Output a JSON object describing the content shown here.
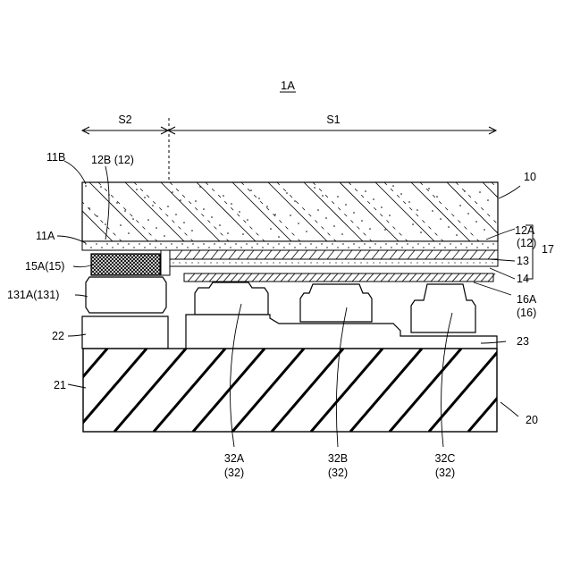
{
  "figure": {
    "title": "1A",
    "regions": {
      "s2": "S2",
      "s1": "S1"
    },
    "labels": {
      "l10": "10",
      "l11b": "11B",
      "l12b": "12B (12)",
      "l11a": "11A",
      "l12a": "12A",
      "l12a_sub": "(12)",
      "l17": "17",
      "l13": "13",
      "l14": "14",
      "l15a": "15A(15)",
      "l131a": "131A(131)",
      "l16a": "16A",
      "l16a_sub": "(16)",
      "l22": "22",
      "l23": "23",
      "l21": "21",
      "l20": "20",
      "l32a": "32A",
      "l32a_sub": "(32)",
      "l32b": "32B",
      "l32b_sub": "(32)",
      "l32c": "32C",
      "l32c_sub": "(32)"
    }
  }
}
